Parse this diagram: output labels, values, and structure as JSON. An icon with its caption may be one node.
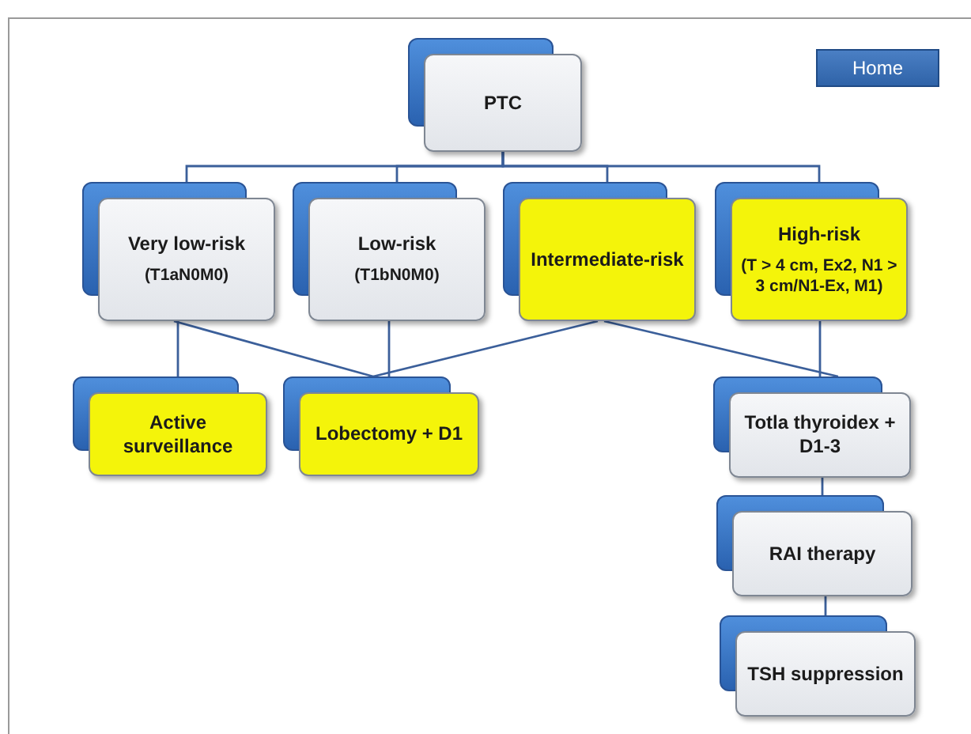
{
  "diagram": {
    "nodes": [
      {
        "text": [
          "PTC"
        ]
      },
      {
        "text": [
          "Very low-risk",
          "(T1aN0M0)"
        ]
      },
      {
        "text": [
          "Low-risk",
          "(T1bN0M0)"
        ]
      },
      {
        "text": [
          "Intermediate-risk"
        ]
      },
      {
        "text": [
          "High-risk",
          "(T > 4 cm, Ex2, N1 > 3 cm/N1-Ex, M1)"
        ]
      },
      {
        "text": [
          "Active surveillance"
        ]
      },
      {
        "text": [
          "Lobectomy + D1"
        ]
      },
      {
        "text": [
          "Totla thyroidex + D1-3"
        ]
      },
      {
        "text": [
          "RAI therapy"
        ]
      },
      {
        "text": [
          "TSH suppression"
        ]
      }
    ],
    "edges": [
      {
        "from": 0,
        "to": 1,
        "arrow": "none"
      },
      {
        "from": 0,
        "to": 2,
        "arrow": "none"
      },
      {
        "from": 0,
        "to": 3,
        "arrow": "none"
      },
      {
        "from": 0,
        "to": 4,
        "arrow": "none"
      },
      {
        "from": 1,
        "to": 5,
        "arrow": "none"
      },
      {
        "from": 1,
        "to": 6,
        "arrow": "none"
      },
      {
        "from": 2,
        "to": 6,
        "arrow": "none"
      },
      {
        "from": 3,
        "to": 6,
        "arrow": "none"
      },
      {
        "from": 3,
        "to": 7,
        "arrow": "none"
      },
      {
        "from": 4,
        "to": 7,
        "arrow": "none"
      },
      {
        "from": 7,
        "to": 8,
        "arrow": "none"
      },
      {
        "from": 8,
        "to": 9,
        "arrow": "none"
      }
    ],
    "labels": [
      "Home"
    ]
  }
}
